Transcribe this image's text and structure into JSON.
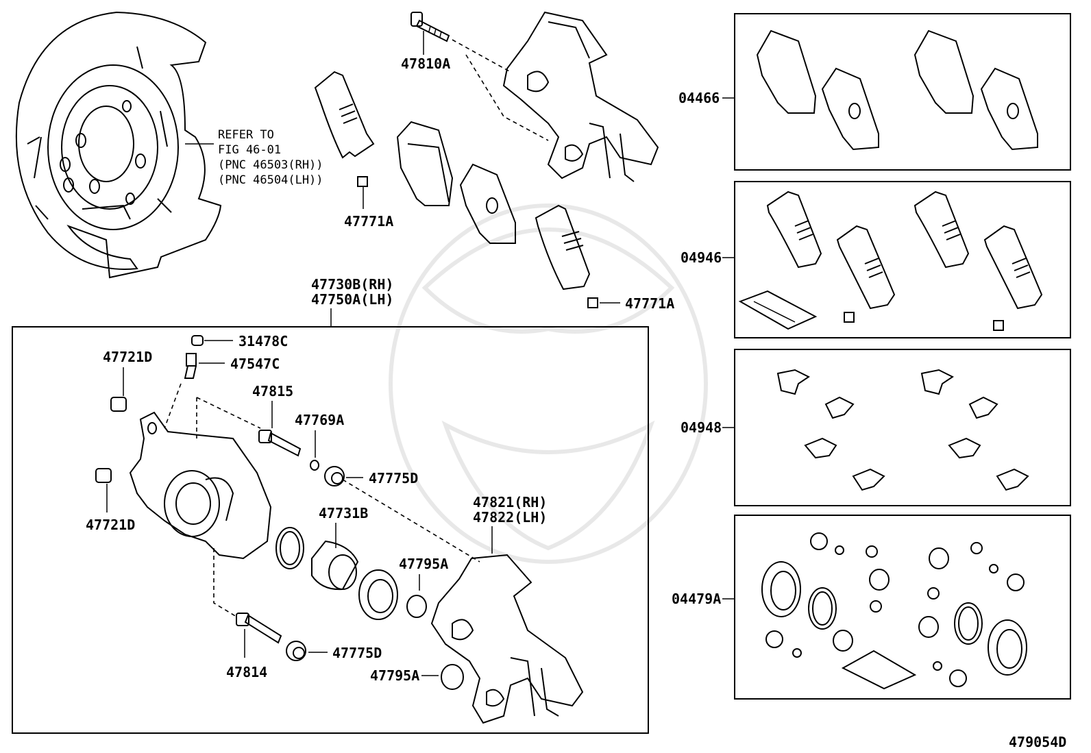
{
  "diagram": {
    "refer_lines": [
      "REFER TO",
      "FIG 46-01",
      "(PNC 46503(RH))",
      "(PNC 46504(LH))"
    ],
    "top_labels": {
      "p47810A": "47810A",
      "p47771A_top": "47771A",
      "p47771A_right": "47771A",
      "p47730B": "47730B(RH)",
      "p47750A": "47750A(LH)"
    },
    "caliper_labels": {
      "p31478C": "31478C",
      "p47547C": "47547C",
      "p47721D_top": "47721D",
      "p47721D_bottom": "47721D",
      "p47815": "47815",
      "p47769A": "47769A",
      "p47775D_top": "47775D",
      "p47775D_bottom": "47775D",
      "p47731B": "47731B",
      "p47821": "47821(RH)",
      "p47822": "47822(LH)",
      "p47795A_top": "47795A",
      "p47795A_bottom": "47795A",
      "p47814": "47814"
    },
    "kit_labels": {
      "k04466": "04466",
      "k04946": "04946",
      "k04948": "04948",
      "k04479A": "04479A"
    },
    "figure_code": "479054D",
    "colors": {
      "line": "#000000",
      "background": "#ffffff",
      "watermark": "#e8e8e8"
    }
  }
}
